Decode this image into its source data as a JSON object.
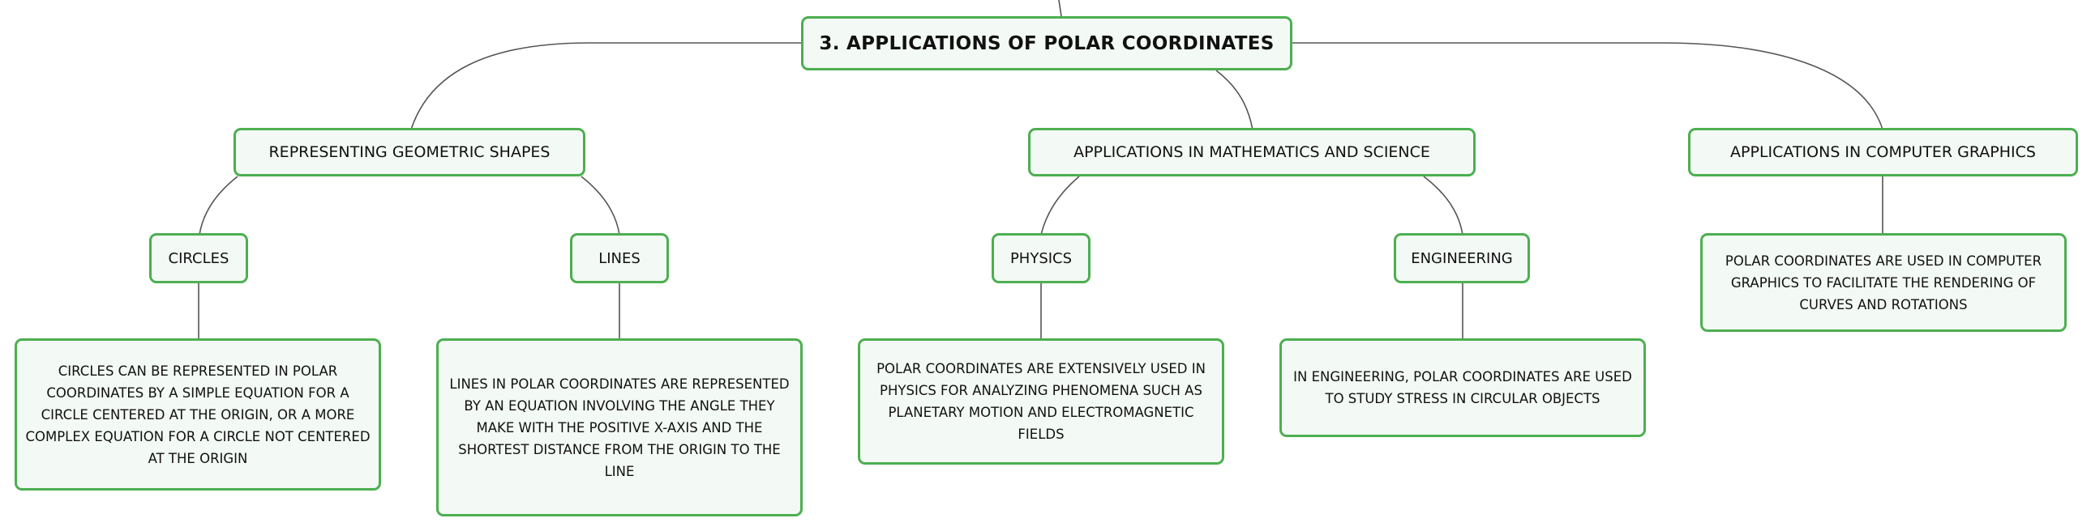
{
  "root": {
    "label": "3. APPLICATIONS OF POLAR COORDINATES"
  },
  "branches": [
    {
      "label": "REPRESENTING GEOMETRIC SHAPES",
      "children": [
        {
          "label": "CIRCLES",
          "detail": "CIRCLES CAN BE REPRESENTED IN POLAR COORDINATES BY A SIMPLE EQUATION FOR A CIRCLE CENTERED AT THE ORIGIN, OR A MORE COMPLEX EQUATION FOR A CIRCLE NOT CENTERED AT THE ORIGIN"
        },
        {
          "label": "LINES",
          "detail": "LINES IN POLAR COORDINATES ARE REPRESENTED BY AN EQUATION INVOLVING THE ANGLE THEY MAKE WITH THE POSITIVE X-AXIS AND THE SHORTEST DISTANCE FROM THE ORIGIN TO THE LINE"
        }
      ]
    },
    {
      "label": "APPLICATIONS IN MATHEMATICS AND SCIENCE",
      "children": [
        {
          "label": "PHYSICS",
          "detail": "POLAR COORDINATES ARE EXTENSIVELY USED IN PHYSICS FOR ANALYZING PHENOMENA SUCH AS PLANETARY MOTION AND ELECTROMAGNETIC FIELDS"
        },
        {
          "label": "ENGINEERING",
          "detail": "IN ENGINEERING, POLAR COORDINATES ARE USED TO STUDY STRESS IN CIRCULAR OBJECTS"
        }
      ]
    },
    {
      "label": "APPLICATIONS IN COMPUTER GRAPHICS",
      "detail": "POLAR COORDINATES ARE USED IN COMPUTER GRAPHICS TO FACILITATE THE RENDERING OF CURVES AND ROTATIONS"
    }
  ],
  "colors": {
    "node_border": "#4caf50",
    "node_fill": "#f3f9f4",
    "connector": "#555555",
    "text": "#111111"
  }
}
